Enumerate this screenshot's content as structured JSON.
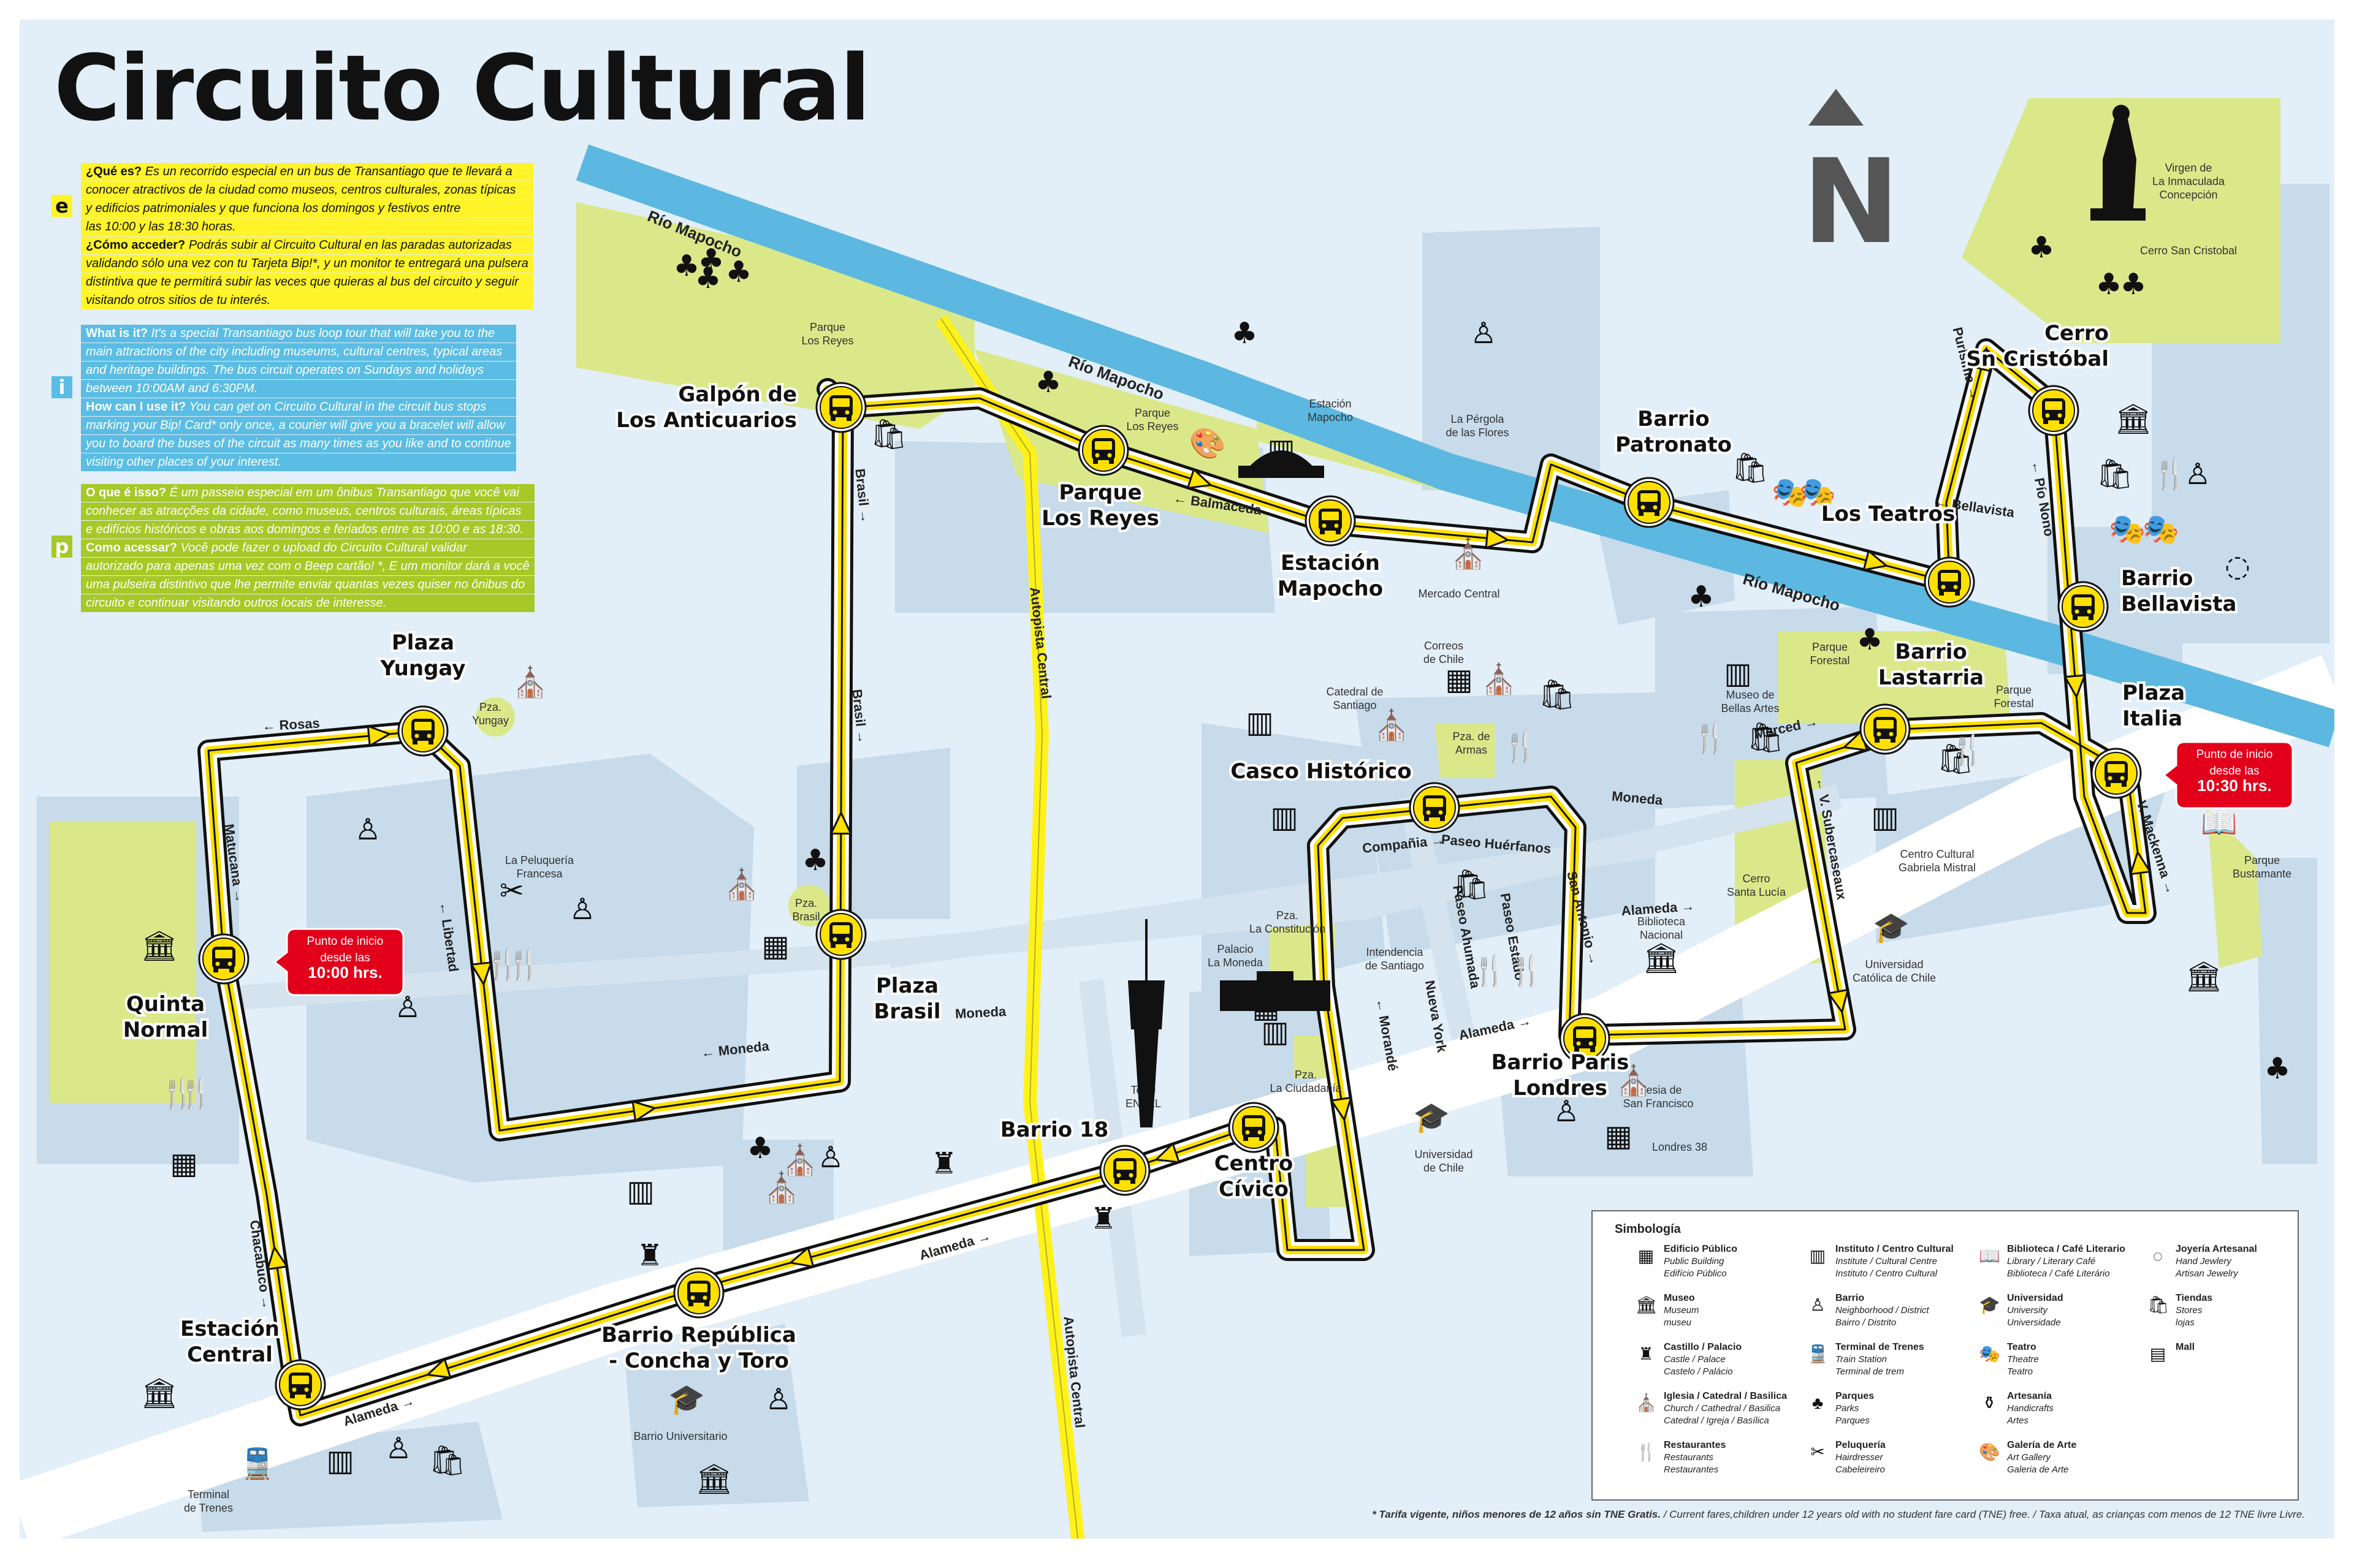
{
  "title": "Circuito Cultural",
  "info": {
    "es": {
      "tag": "e",
      "lines": [
        {
          "b": "¿Qué es?",
          "t": " Es un recorrido especial en un bus de Transantiago que te llevará a"
        },
        {
          "b": "",
          "t": "conocer atractivos de la ciudad como museos, centros culturales, zonas típicas"
        },
        {
          "b": "",
          "t": "y edificios patrimoniales y que funciona los domingos y festivos entre"
        },
        {
          "b": "",
          "t": "las 10:00 y las 18:30 horas."
        },
        {
          "b": "¿Cómo acceder?",
          "t": "  Podrás subir al Circuito Cultural en las paradas autorizadas"
        },
        {
          "b": "",
          "t": "validando sólo una vez con tu Tarjeta Bip!*, y un monitor te entregará una pulsera"
        },
        {
          "b": "",
          "t": "distintiva que te permitirá subir las veces que quieras al bus del circuito y seguir"
        },
        {
          "b": "",
          "t": "visitando otros sitios de tu interés."
        }
      ]
    },
    "en": {
      "tag": "i",
      "lines": [
        {
          "b": "What is it?",
          "t": " It's a special Transantiago bus loop tour that will take you to the"
        },
        {
          "b": "",
          "t": "main attractions of the city including museums, cultural centres, typical areas"
        },
        {
          "b": "",
          "t": "and heritage buildings. The bus circuit operates on Sundays and holidays"
        },
        {
          "b": "",
          "t": "between 10:00AM and 6:30PM."
        },
        {
          "b": "How can I use it?",
          "t": " You can get on Circuito Cultural in the circuit bus stops"
        },
        {
          "b": "",
          "t": "marking your Bip! Card* only once, a courier will give you a bracelet will allow"
        },
        {
          "b": "",
          "t": "you to board the buses of the circuit as many times as you like and to continue"
        },
        {
          "b": "",
          "t": "visiting other places of your interest."
        }
      ]
    },
    "pt": {
      "tag": "p",
      "lines": [
        {
          "b": "O que é isso?",
          "t": " É um passeio especial em um ônibus Transantiago que você vai"
        },
        {
          "b": "",
          "t": "conhecer as atracções da cidade, como museus, centros culturais, áreas típicas"
        },
        {
          "b": "",
          "t": "e edifícios históricos e obras aos domingos e feriados entre as 10:00 e as 18:30."
        },
        {
          "b": "Como acessar?",
          "t": " Você pode fazer o upload do Circuito Cultural validar"
        },
        {
          "b": "",
          "t": "autorizado para apenas uma vez com o Beep cartão! *, E um monitor dará a você"
        },
        {
          "b": "",
          "t": "uma pulseira distintivo que lhe permite enviar quantas vezes quiser no ônibus do"
        },
        {
          "b": "",
          "t": "circuito e continuar visitando outros locais de interesse."
        }
      ]
    }
  },
  "north": "N",
  "colors": {
    "water": "#e2eef8",
    "block": "#c7dbea",
    "park": "#dae88a",
    "river": "#5cb8e0",
    "route": "#ffe000",
    "highway": "#fff21a",
    "start": "#e2001a"
  },
  "stops": [
    {
      "name": "Quinta Normal",
      "label": [
        "Quinta",
        "Normal"
      ]
    },
    {
      "name": "Plaza Yungay",
      "label": [
        "Plaza",
        "Yungay"
      ]
    },
    {
      "name": "Plaza Brasil",
      "label": [
        "Plaza",
        "Brasil"
      ]
    },
    {
      "name": "Galpón de Los Anticuarios",
      "label": [
        "Galpón de",
        "Los Anticuarios"
      ]
    },
    {
      "name": "Parque Los Reyes",
      "label": [
        "Parque",
        "Los Reyes"
      ]
    },
    {
      "name": "Estación Mapocho",
      "label": [
        "Estación",
        "Mapocho"
      ]
    },
    {
      "name": "Barrio Patronato",
      "label": [
        "Barrio",
        "Patronato"
      ]
    },
    {
      "name": "Los Teatros",
      "label": [
        "Los Teatros"
      ]
    },
    {
      "name": "Cerro San Cristóbal",
      "label": [
        "Cerro",
        "Sn Cristóbal"
      ]
    },
    {
      "name": "Barrio Bellavista",
      "label": [
        "Barrio",
        "Bellavista"
      ]
    },
    {
      "name": "Plaza Italia",
      "label": [
        "Plaza",
        "Italia"
      ]
    },
    {
      "name": "Barrio Lastarria",
      "label": [
        "Barrio",
        "Lastarria"
      ]
    },
    {
      "name": "Casco Histórico",
      "label": [
        "Casco Histórico"
      ]
    },
    {
      "name": "Barrio Paris Londres",
      "label": [
        "Barrio Paris",
        "Londres"
      ]
    },
    {
      "name": "Centro Cívico",
      "label": [
        "Centro",
        "Cívico"
      ]
    },
    {
      "name": "Barrio 18",
      "label": [
        "Barrio 18"
      ]
    },
    {
      "name": "Barrio República - Concha y Toro",
      "label": [
        "Barrio República",
        "- Concha y Toro"
      ]
    },
    {
      "name": "Estación Central",
      "label": [
        "Estación",
        "Central"
      ]
    }
  ],
  "start_points": [
    {
      "label": [
        "Punto de inicio",
        "desde las",
        "10:00 hrs."
      ]
    },
    {
      "label": [
        "Punto de inicio",
        "desde las",
        "10:30 hrs."
      ]
    }
  ],
  "streets": [
    "Río Mapocho",
    "Río Mapocho",
    "Río Mapocho",
    "Autopista Central",
    "Autopista Central",
    "← Rosas",
    "Matucana →",
    "Chacabuco →",
    "← Libertad",
    "Brasil →",
    "Brasil →",
    "← Moneda",
    "Moneda",
    "← Balmaceda",
    "Alameda →",
    "Alameda →",
    "Alameda →",
    "Compañia →",
    "Paseo Huérfanos",
    "Paseo Ahumada",
    "Paseo Estado",
    "Nueva York",
    "← Morandé",
    "San Antonio →",
    "Alameda →",
    "Moneda",
    "← Bellavista",
    "Merced →",
    "← V. Subercaseaux",
    "Purísima →",
    "← Pío Nono",
    "V. Mackenna →"
  ],
  "places": [
    "Parque\nLos Reyes",
    "Estación\nMapocho",
    "La Pérgola\nde las Flores",
    "Parque\nLos Reyes",
    "Mercado Central",
    "Correos\nde Chile",
    "Catedral de\nSantiago",
    "Pza. de\nArmas",
    "Virgen de\nLa Inmaculada\nConcepción",
    "Cerro San Cristobal",
    "Museo de\nBellas Artes",
    "Parque\nForestal",
    "Parque\nForestal",
    "Centro Cultural\nGabriela Mistral",
    "Cerro\nSanta Lucía",
    "Universidad\nCatólica de Chile",
    "Parque\nBustamante",
    "Biblioteca\nNacional",
    "Iglesia de\nSan Francisco",
    "Londres 38",
    "Intendencia\nde Santiago",
    "Pza.\nLa Constitución",
    "Palacio\nLa Moneda",
    "Pza.\nLa Ciudadanía",
    "Torre\nENTEL",
    "Universidad\nde Chile",
    "Pza.\nYungay",
    "La Peluquería\nFrancesa",
    "Pza.\nBrasil",
    "Barrio Universitario",
    "Terminal\nde Trenes"
  ],
  "legend": {
    "title": "Simbología",
    "items": [
      {
        "icon": "building-icon",
        "glyph": "▦",
        "lines": [
          "Edificio Público",
          "Public Building",
          "Edifício Público"
        ]
      },
      {
        "icon": "museum-icon",
        "glyph": "🏛",
        "lines": [
          "Museo",
          "Museum",
          "museu"
        ]
      },
      {
        "icon": "castle-icon",
        "glyph": "♜",
        "lines": [
          "Castillo / Palacio",
          "Castle / Palace",
          "Castelo / Palácio"
        ]
      },
      {
        "icon": "church-icon",
        "glyph": "⛪",
        "lines": [
          "Iglesia / Catedral / Basilica",
          "Church / Cathedral / Basilica",
          "Catedral / Igreja / Basílica"
        ]
      },
      {
        "icon": "restaurant-icon",
        "glyph": "🍴",
        "lines": [
          "Restaurantes",
          "Restaurants",
          "Restaurantes"
        ]
      },
      {
        "icon": "institute-icon",
        "glyph": "▥",
        "lines": [
          "Instituto / Centro Cultural",
          "Institute / Cultural Centre",
          "Instituto / Centro Cultural"
        ]
      },
      {
        "icon": "lamp-icon",
        "glyph": "♙",
        "lines": [
          "Barrio",
          "Neighborhood / District",
          "Bairro / Distrito"
        ]
      },
      {
        "icon": "train-icon",
        "glyph": "🚆",
        "lines": [
          "Terminal de Trenes",
          "Train Station",
          "Terminal de trem"
        ]
      },
      {
        "icon": "tree-icon",
        "glyph": "♣",
        "lines": [
          "Parques",
          "Parks",
          "Parques"
        ]
      },
      {
        "icon": "scissors-icon",
        "glyph": "✂",
        "lines": [
          "Peluquería",
          "Hairdresser",
          "Cabeleireiro"
        ]
      },
      {
        "icon": "book-icon",
        "glyph": "📖",
        "lines": [
          "Biblioteca / Café Literario",
          "Library / Literary Café",
          "Biblioteca / Café Literário"
        ]
      },
      {
        "icon": "university-icon",
        "glyph": "🎓",
        "lines": [
          "Universidad",
          "University",
          "Universidade"
        ]
      },
      {
        "icon": "theatre-icon",
        "glyph": "🎭",
        "lines": [
          "Teatro",
          "Theatre",
          "Teatro"
        ]
      },
      {
        "icon": "handicraft-icon",
        "glyph": "⚱",
        "lines": [
          "Artesanía",
          "Handicrafts",
          "Artes"
        ]
      },
      {
        "icon": "palette-icon",
        "glyph": "🎨",
        "lines": [
          "Galería de Arte",
          "Art Gallery",
          "Galeria de Arte"
        ]
      },
      {
        "icon": "necklace-icon",
        "glyph": "◌",
        "lines": [
          "Joyería Artesanal",
          "Hand Jewlery",
          "Artisan Jewelry"
        ]
      },
      {
        "icon": "shopping-bag-icon",
        "glyph": "🛍",
        "lines": [
          "Tiendas",
          "Stores",
          "lojas"
        ]
      },
      {
        "icon": "mall-icon",
        "glyph": "▤",
        "lines": [
          "Mall",
          "",
          ""
        ]
      }
    ]
  },
  "footnote": {
    "bold": "* Tarifa vigente, niños menores de 12 años sin TNE Gratis.",
    "rest": " / Current fares,children under 12 years old with no student fare card (TNE) free. / Taxa atual, as crianças com menos de 12 TNE livre Livre."
  }
}
